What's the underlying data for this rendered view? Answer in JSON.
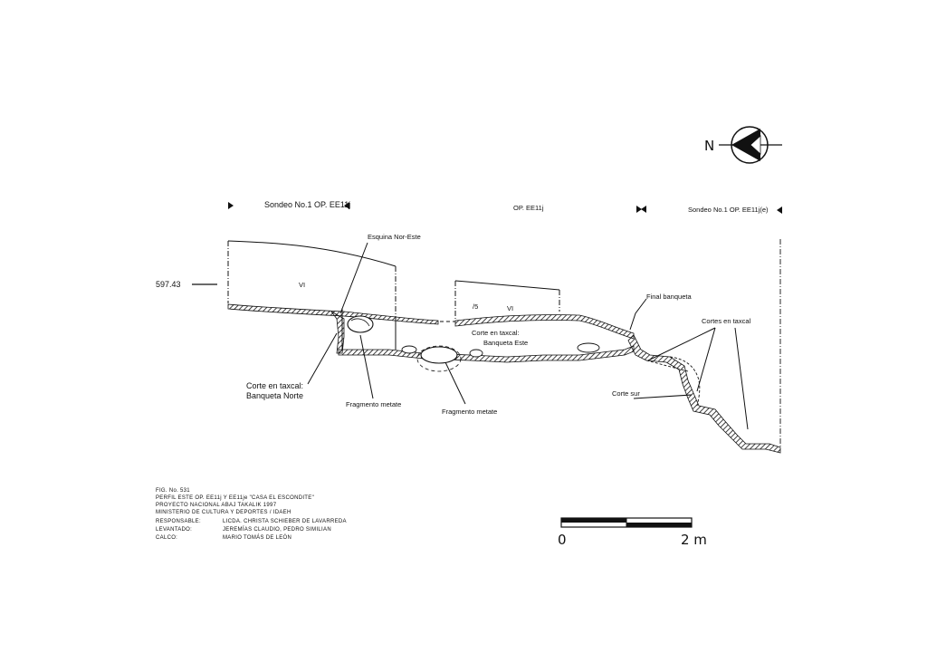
{
  "north": {
    "letter": "N",
    "icon": "north-arrow-icon"
  },
  "header": {
    "left": "Sondeo No.1  OP. EE11j",
    "center": "OP. EE11j",
    "right": "Sondeo No.1  OP. EE11j(e)"
  },
  "elevation": "597.43",
  "layers": {
    "left": "VI",
    "mid_number": "/5",
    "mid": "VI"
  },
  "labels": {
    "esquina": "Esquina Nor-Este",
    "final_banqueta": "Final banqueta",
    "cortes_taxcal": "Cortes en taxcal",
    "corte_taxcal_este_1": "Corte en taxcal:",
    "corte_taxcal_este_2": "Banqueta Este",
    "corte_taxcal_norte_1": "Corte en taxcal:",
    "corte_taxcal_norte_2": "Banqueta Norte",
    "fragmento_1": "Fragmento metate",
    "fragmento_2": "Fragmento metate",
    "corte_sur": "Corte sur"
  },
  "caption": {
    "fig": "FIG. No. 531",
    "title": "PERFIL ESTE OP. EE11j Y EE11je \"CASA EL ESCONDITE\"",
    "project": "PROYECTO NACIONAL ABAJ TAKALIK 1997",
    "ministry": "MINISTERIO DE CULTURA Y DEPORTES / IDAEH",
    "rows": [
      {
        "key": "RESPONSABLE:",
        "value": "LICDA. CHRISTA SCHIEBER DE LAVARREDA"
      },
      {
        "key": "LEVANTADO:",
        "value": "JEREMÍAS CLAUDIO, PEDRO SIMILIAN"
      },
      {
        "key": "CALCO:",
        "value": "MARIO TOMÁS DE LEÓN"
      }
    ]
  },
  "scale": {
    "start": "0",
    "end": "2 m"
  }
}
